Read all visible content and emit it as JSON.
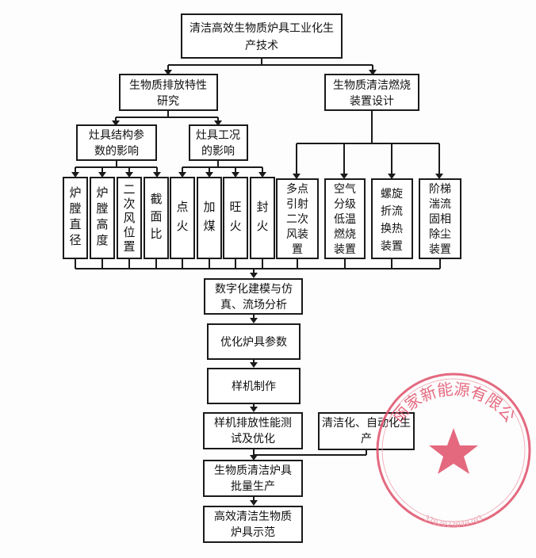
{
  "title": [
    "清洁高效生物质炉具工业化生",
    "产技术"
  ],
  "branches": {
    "left": [
      "生物质排放特性",
      "研究"
    ],
    "right": [
      "生物质清洁燃烧",
      "装置设计"
    ]
  },
  "sub_groups": {
    "structure": [
      "灶具结构参",
      "数的影响"
    ],
    "condition": [
      "灶具工况",
      "的影响"
    ]
  },
  "structure_items": [
    [
      "炉",
      "膛",
      "直",
      "径"
    ],
    [
      "炉",
      "膛",
      "高",
      "度"
    ],
    [
      "二",
      "次",
      "风",
      "位",
      "置"
    ],
    [
      "截",
      "面",
      "比"
    ]
  ],
  "condition_items": [
    [
      "点",
      "火"
    ],
    [
      "加",
      "煤"
    ],
    [
      "旺",
      "火"
    ],
    [
      "封",
      "火"
    ]
  ],
  "device_items": [
    [
      "多点",
      "引射",
      "二次",
      "风装",
      "置"
    ],
    [
      "空气",
      "分级",
      "低温",
      "燃烧",
      "装置"
    ],
    [
      "螺旋",
      "折流",
      "换热",
      "装置"
    ],
    [
      "阶梯",
      "湍流",
      "固相",
      "除尘",
      "装置"
    ]
  ],
  "flow_steps": [
    [
      "数字化建模与仿",
      "真、流场分析"
    ],
    [
      "优化炉具参数"
    ],
    [
      "样机制作"
    ],
    [
      "样机排放性能测",
      "试及优化"
    ],
    [
      "生物质清洁炉具",
      "批量生产"
    ],
    [
      "高效清洁生物质",
      "炉具示范"
    ]
  ],
  "side_box": [
    "清洁化、自动化生",
    "产"
  ],
  "seal": {
    "text": "丽家新能源有限公",
    "number": "3702023040703",
    "color": "#e0506a"
  }
}
